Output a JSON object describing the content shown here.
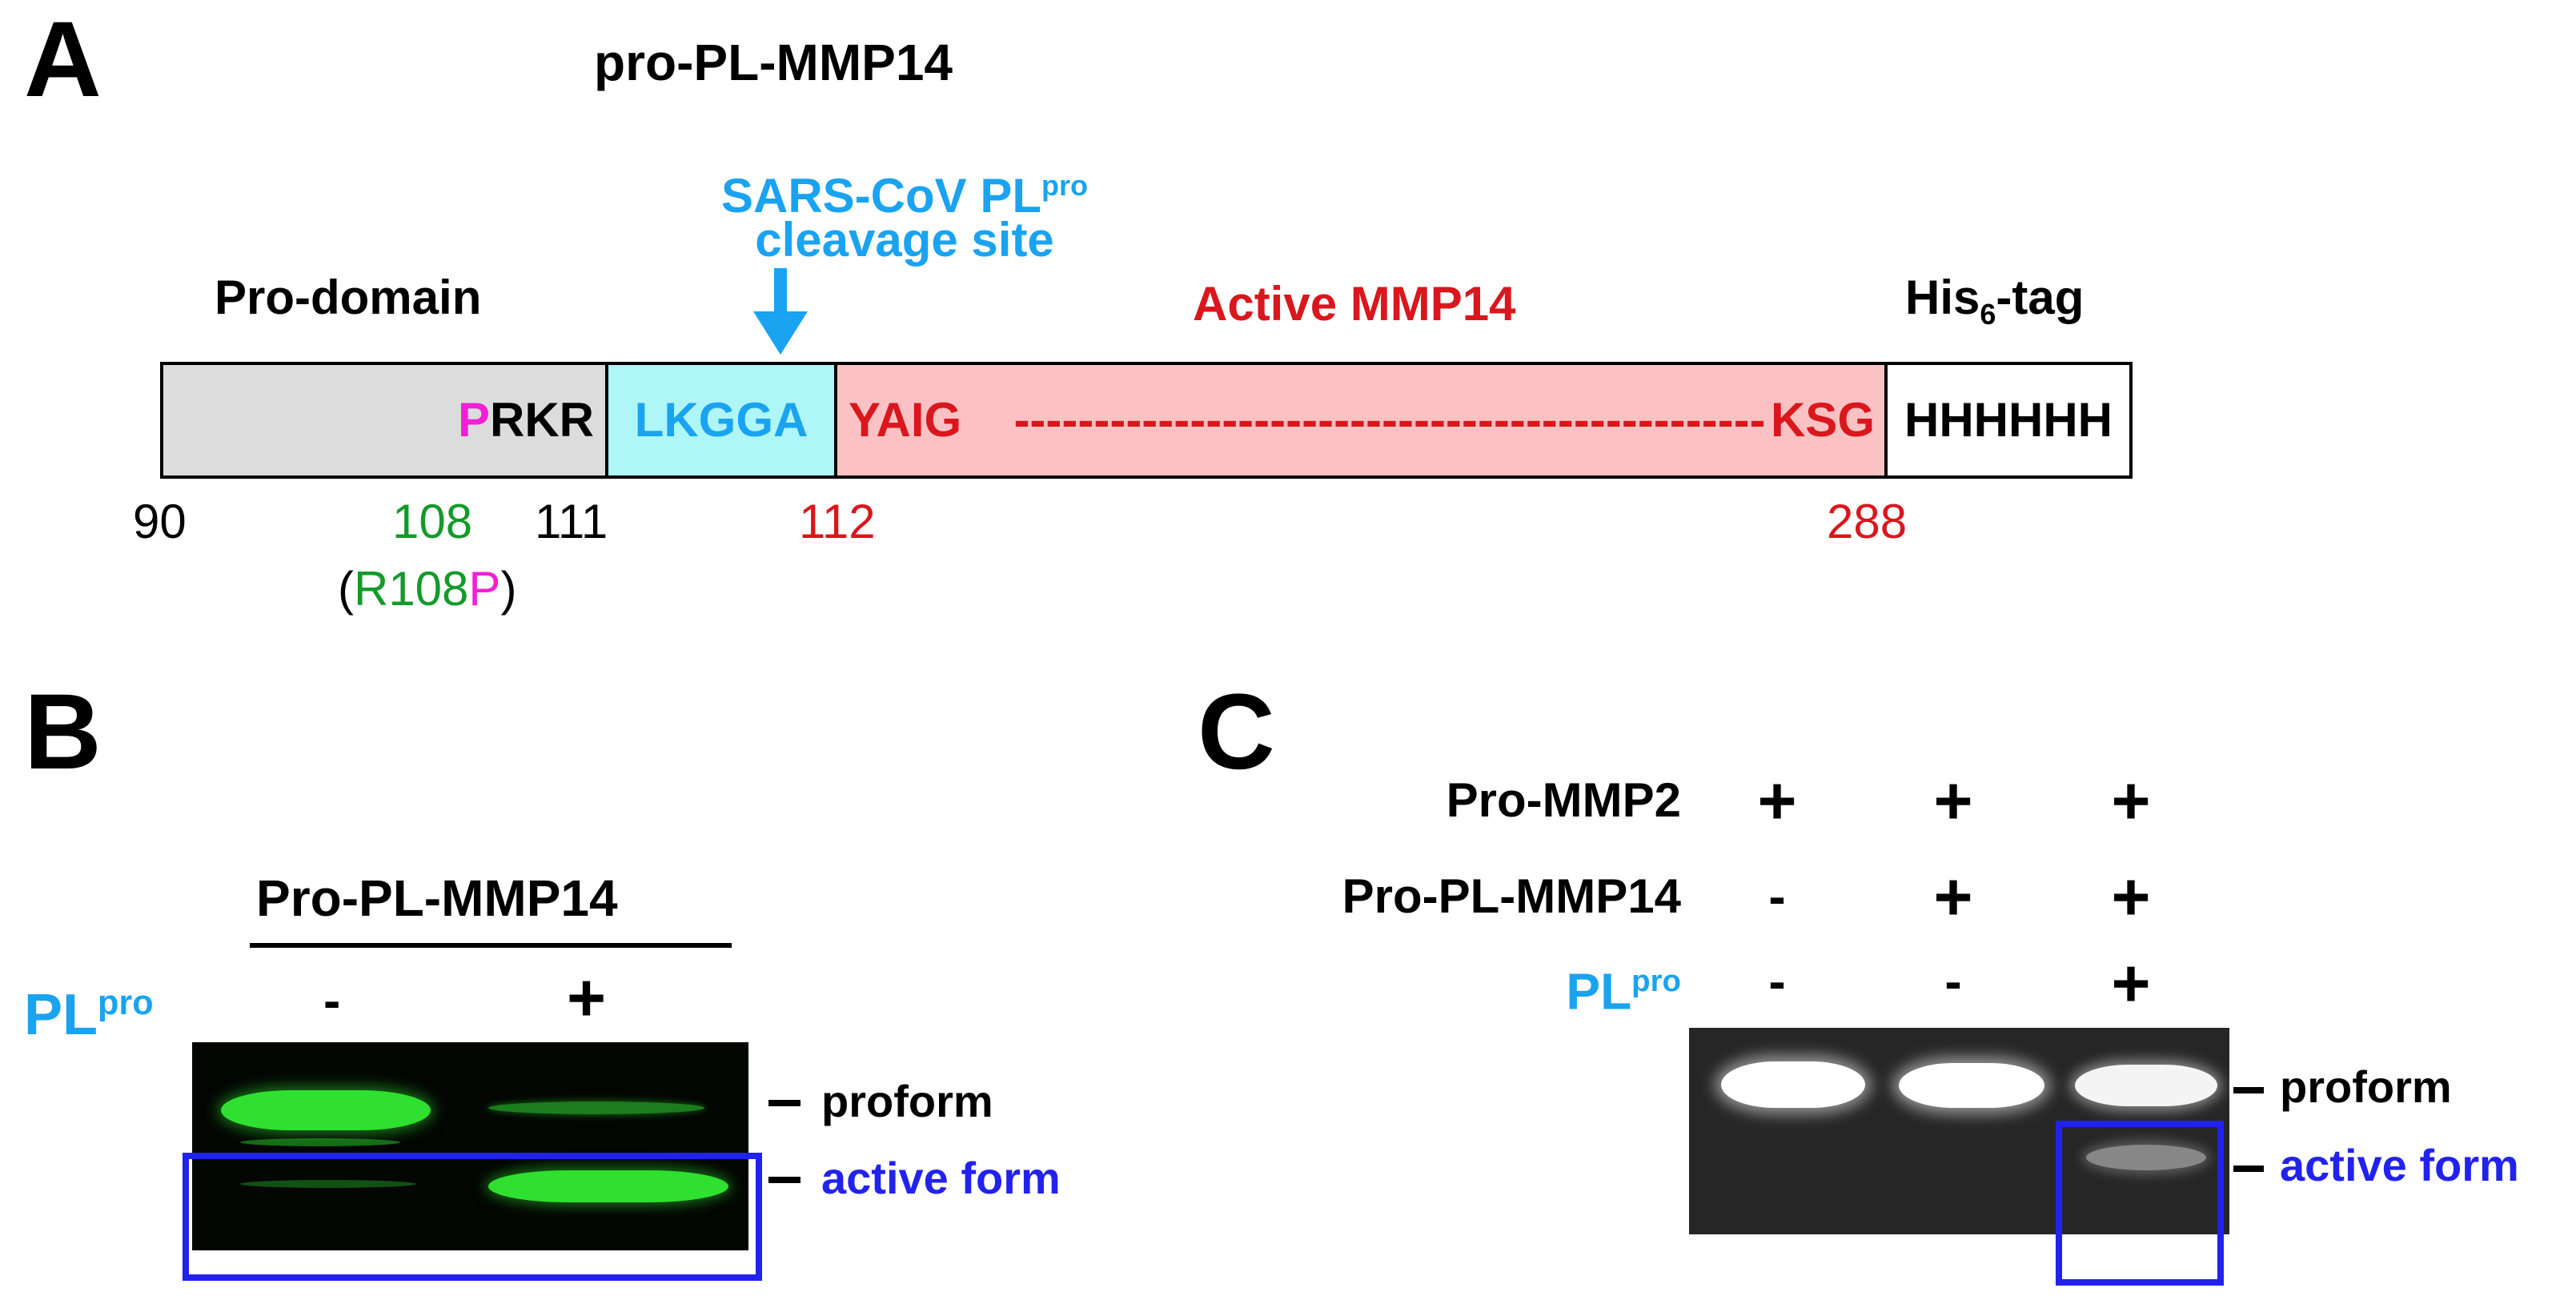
{
  "panels": {
    "a": "A",
    "b": "B",
    "c": "C"
  },
  "diagram": {
    "title": "pro-PL-MMP14",
    "cleavage": {
      "line1_main": "SARS-CoV PL",
      "line1_sup": "pro",
      "line2": "cleavage site"
    },
    "prodomain_label": "Pro-domain",
    "active_label": "Active MMP14",
    "tag_label": {
      "main": "His",
      "sub": "6",
      "rest": "-tag"
    },
    "segments": {
      "pro": {
        "p": "P",
        "rest": "RKR"
      },
      "site": "LKGGA",
      "active_left": "YAIG",
      "dashes": "-----------------------------------------------",
      "active_right": "KSG",
      "tag": "HHHHHH"
    },
    "positions": {
      "p90": "90",
      "p108": "108",
      "p111": "111",
      "p112": "112",
      "p288": "288"
    },
    "mutation": {
      "open": "(",
      "r108": "R108",
      "p": "P",
      "close": ")"
    }
  },
  "panel_b": {
    "header": "Pro-PL-MMP14",
    "row_label": {
      "main": "PL",
      "sup": "pro"
    },
    "lane_signs": [
      "-",
      "+"
    ],
    "band_labels": {
      "proform": "proform",
      "active": "active form"
    }
  },
  "panel_c": {
    "rows": [
      {
        "label": "Pro-MMP2",
        "signs": [
          "+",
          "+",
          "+"
        ]
      },
      {
        "label": "Pro-PL-MMP14",
        "signs": [
          "-",
          "+",
          "+"
        ]
      },
      {
        "label_main": "PL",
        "label_sup": "pro",
        "signs": [
          "-",
          "-",
          "+"
        ]
      }
    ],
    "band_labels": {
      "proform": "proform",
      "active": "active form"
    }
  },
  "colors": {
    "site_fill": "#aef6f8",
    "active_fill": "#fcc2c3",
    "pro_fill": "#dcdcdc",
    "highlight_box": "#2222ee",
    "gfp_band": "#2fe030"
  }
}
